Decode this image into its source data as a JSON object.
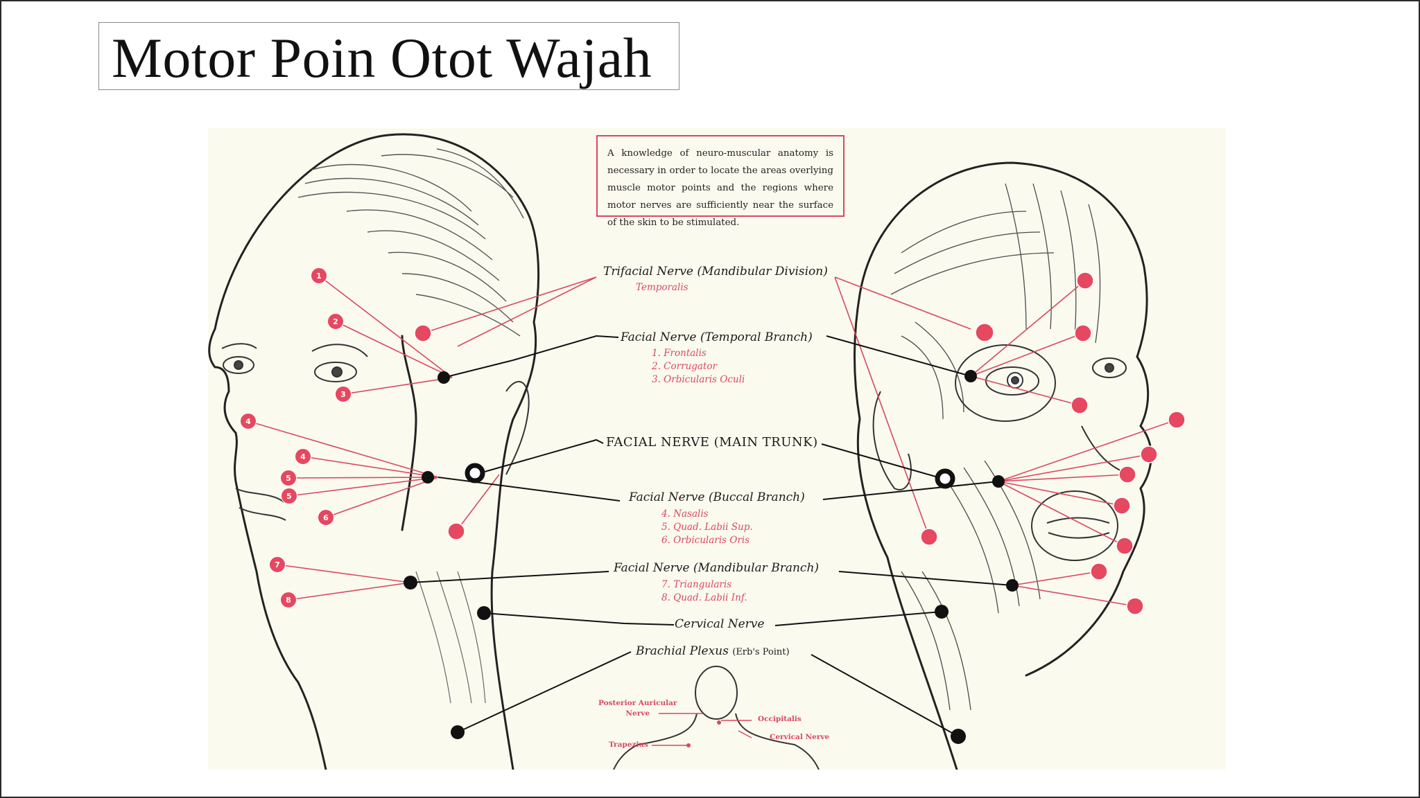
{
  "slide": {
    "title": "Motor Poin Otot Wajah"
  },
  "note": {
    "text": "A knowledge of neuro-muscular anatomy is necessary in order to locate the areas overlying muscle motor points and the regions where motor nerves are sufficiently near the surface of the skin to be stimulated."
  },
  "labels": {
    "trifacial": "Trifacial Nerve (Mandibular Division)",
    "trifacial_sub": [
      "Temporalis"
    ],
    "temporal": "Facial Nerve (Temporal Branch)",
    "temporal_sub": [
      "1. Frontalis",
      "2. Corrugator",
      "3. Orbicularis Oculi"
    ],
    "main_trunk": "FACIAL NERVE (MAIN TRUNK)",
    "buccal": "Facial Nerve (Buccal Branch)",
    "buccal_sub": [
      "4. Nasalis",
      "5. Quad. Labii Sup.",
      "6. Orbicularis Oris"
    ],
    "mandibular": "Facial Nerve (Mandibular Branch)",
    "mandibular_sub": [
      "7. Triangularis",
      "8. Quad. Labii Inf."
    ],
    "cervical": "Cervical Nerve",
    "brachial": "Brachial Plexus",
    "brachial_note": "(Erb's Point)"
  },
  "inset": {
    "posterior_auricular": [
      "Posterior Auricular",
      "Nerve"
    ],
    "occipitalis": "Occipitalis",
    "cervical_nerve": "Cervical Nerve",
    "trapezius": "Trapezius"
  },
  "point_numbers": [
    "1",
    "2",
    "3",
    "4",
    "4",
    "5",
    "5",
    "6",
    "7",
    "8"
  ],
  "colors": {
    "accent": "#d9485f",
    "nerve": "#111111",
    "paper": "#fbfaef"
  }
}
